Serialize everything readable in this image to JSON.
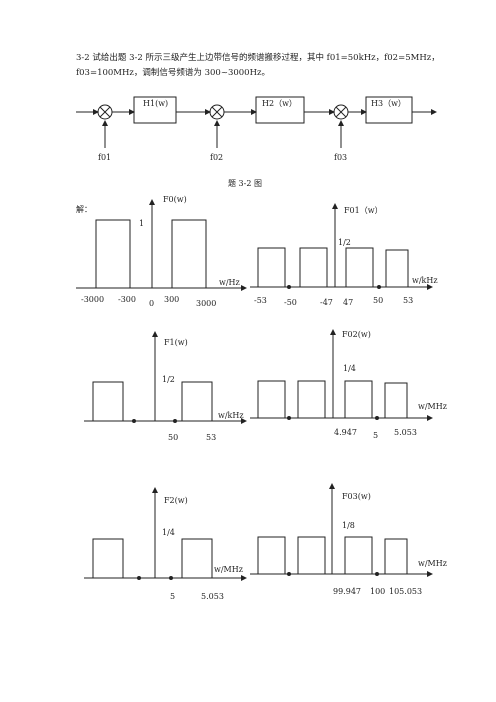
{
  "problem": {
    "line1": "3-2  试给出题 3-2 所示三级产生上边带信号的频谱搬移过程，其中 f01=50kHz，f02=5MHz，",
    "line2": "f03=100MHz，调制信号频谱为 300~3000Hz。"
  },
  "block_diagram": {
    "blocks": [
      "H1(w)",
      "H2（w）",
      "H3（w）"
    ],
    "oscillators": [
      "f01",
      "f02",
      "f03"
    ],
    "caption": "题 3-2 图"
  },
  "solution_label": "解：",
  "plots": {
    "F0": {
      "title": "F0(w)",
      "amp": "1",
      "axis": "w/Hz",
      "ticks": [
        "-3000",
        "-300",
        "0",
        "300",
        "3000"
      ]
    },
    "F01": {
      "title": "F01（w）",
      "amp": "1/2",
      "axis": "w/kHz",
      "ticks": [
        "-53",
        "-50",
        "-47",
        "47",
        "50",
        "53"
      ]
    },
    "F1": {
      "title": "F1(w)",
      "amp": "1/2",
      "axis": "w/kHz",
      "ticks": [
        "50",
        "53"
      ]
    },
    "F02": {
      "title": "F02(w)",
      "amp": "1/4",
      "axis": "w/MHz",
      "ticks": [
        "4.947",
        "5",
        "5.053"
      ]
    },
    "F2": {
      "title": "F2(w)",
      "amp": "1/4",
      "axis": "w/MHz",
      "ticks": [
        "5",
        "5.053"
      ]
    },
    "F03": {
      "title": "F03(w)",
      "amp": "1/8",
      "axis": "w/MHz",
      "ticks": [
        "99.947",
        "100",
        "105.053"
      ]
    }
  }
}
